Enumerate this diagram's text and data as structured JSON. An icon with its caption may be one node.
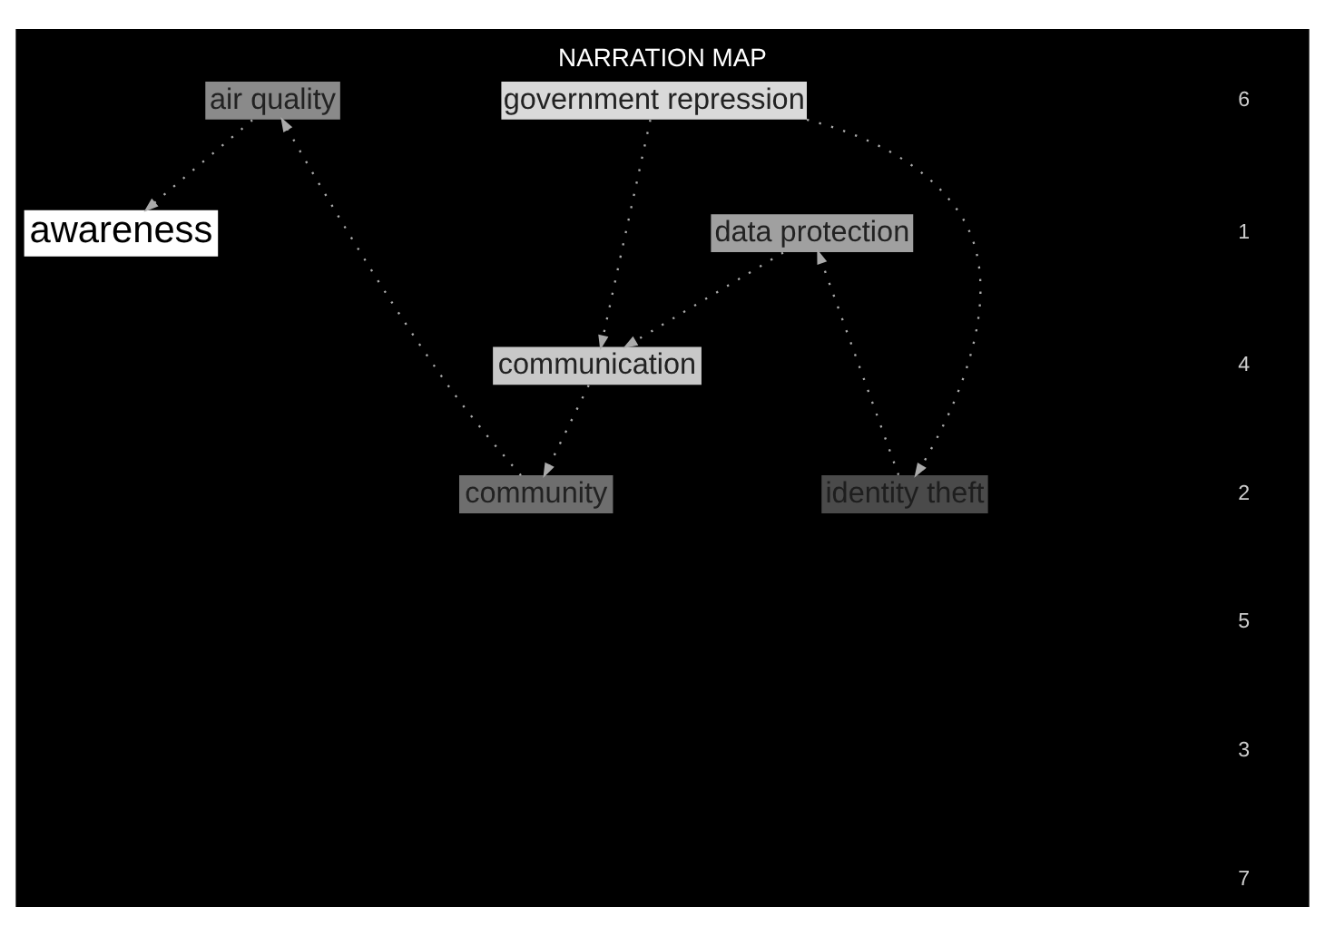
{
  "diagram": {
    "title": "NARRATION MAP",
    "nodes": [
      {
        "text": [
          "air quality"
        ]
      },
      {
        "text": [
          "government repression"
        ]
      },
      {
        "text": [
          "communication"
        ]
      },
      {
        "text": [
          "identity theft"
        ]
      },
      {
        "text": [
          "community"
        ]
      },
      {
        "text": [
          "data protection"
        ]
      },
      {
        "text": [
          "awareness"
        ]
      }
    ],
    "edges": [
      {
        "from": 1,
        "to": 2,
        "arrow": "to"
      },
      {
        "from": 1,
        "to": 3,
        "arrow": "to"
      },
      {
        "from": 3,
        "to": 5,
        "arrow": "to"
      },
      {
        "from": 5,
        "to": 2,
        "arrow": "to"
      },
      {
        "from": 2,
        "to": 4,
        "arrow": "to"
      },
      {
        "from": 4,
        "to": 0,
        "arrow": "to"
      },
      {
        "from": 0,
        "to": 6,
        "arrow": "to"
      }
    ],
    "labels": [
      "6",
      "1",
      "4",
      "2",
      "5",
      "3",
      "7"
    ]
  }
}
